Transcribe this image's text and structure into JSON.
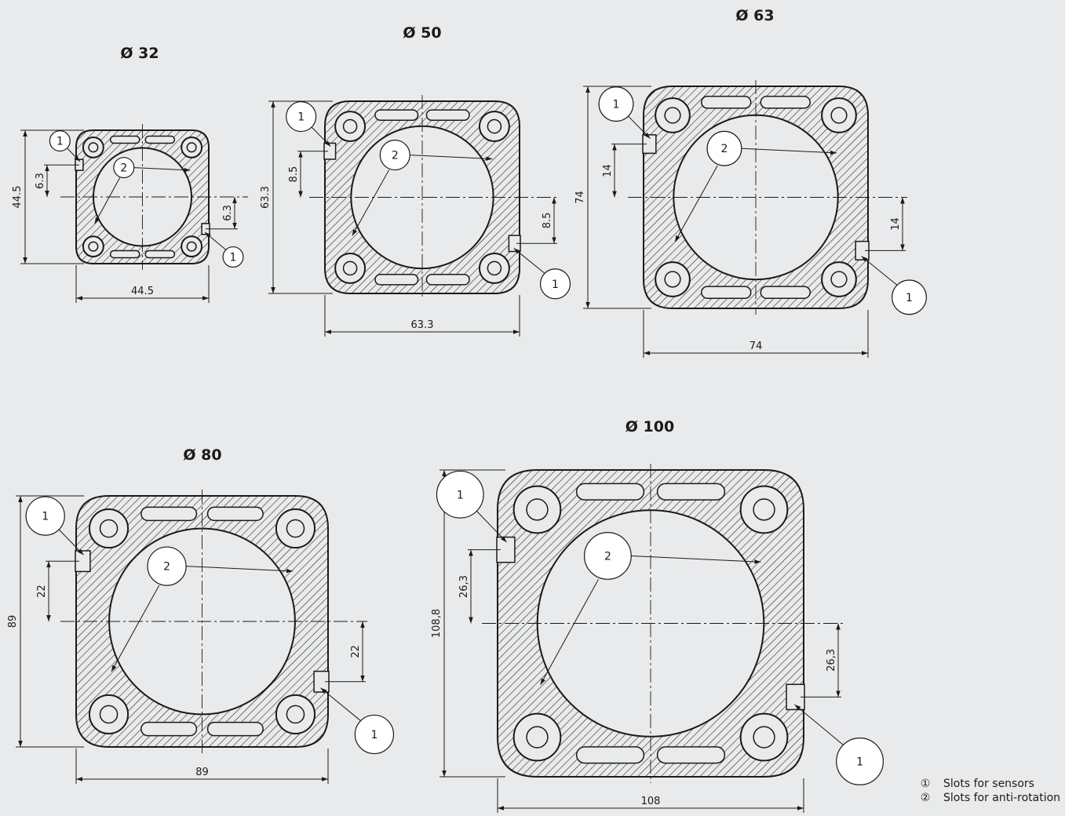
{
  "profiles": [
    {
      "title": "Ø 32",
      "width_label": "44.5",
      "height_label": "44.5",
      "slot_offset_label": "6.3",
      "callout_sensor": "1",
      "callout_antirot": "2"
    },
    {
      "title": "Ø 50",
      "width_label": "63.3",
      "height_label": "63.3",
      "slot_offset_label": "8.5",
      "callout_sensor": "1",
      "callout_antirot": "2"
    },
    {
      "title": "Ø 63",
      "width_label": "74",
      "height_label": "74",
      "slot_offset_label": "14",
      "callout_sensor": "1",
      "callout_antirot": "2"
    },
    {
      "title": "Ø 80",
      "width_label": "89",
      "height_label": "89",
      "slot_offset_label": "22",
      "callout_sensor": "1",
      "callout_antirot": "2"
    },
    {
      "title": "Ø 100",
      "width_label": "108",
      "height_label": "108,8",
      "slot_offset_label": "26,3",
      "callout_sensor": "1",
      "callout_antirot": "2"
    }
  ],
  "legend": [
    {
      "num": "①",
      "text": "Slots for sensors"
    },
    {
      "num": "②",
      "text": "Slots for anti-rotation"
    }
  ]
}
